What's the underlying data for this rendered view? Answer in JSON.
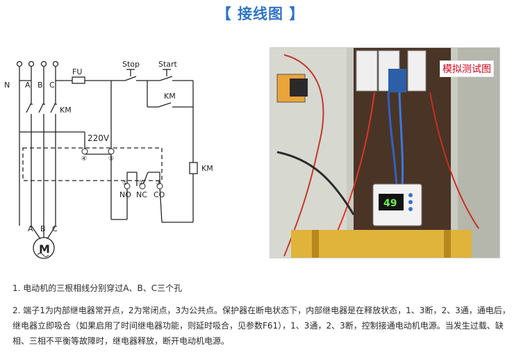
{
  "header": {
    "title": "【 接线图 】"
  },
  "diagram": {
    "labels": {
      "N": "N",
      "A": "A",
      "B": "B",
      "C": "C",
      "FU": "FU",
      "Stop": "Stop",
      "Start": "Start",
      "KM1": "KM",
      "KM2": "KM",
      "KM3": "KM",
      "V220": "220V",
      "t4": "④",
      "t5": "⑤",
      "t1": "①",
      "t2": "②",
      "t3": "③",
      "NO": "NO",
      "NC": "NC",
      "CO": "CO",
      "A2": "A",
      "B2": "B",
      "C2": "C",
      "M": "M"
    }
  },
  "photo": {
    "label": "模拟测试图",
    "display": "49"
  },
  "notes": {
    "n1": "1. 电动机的三根相线分别穿过A、B、C三个孔",
    "n2": "2. 端子1为内部继电器常开点，2为常闭点，3为公共点。保护器在断电状态下，内部继电器是在释放状态，1、3断，2、3通，通电后，继电器立即吸合（如果启用了时间继电器功能，则延时吸合，见参数F61），1、3通，2、3断，控制接通电动机电源。当发生过载、缺相、三相不平衡等故障时，继电器释放，断开电动机电源。"
  }
}
